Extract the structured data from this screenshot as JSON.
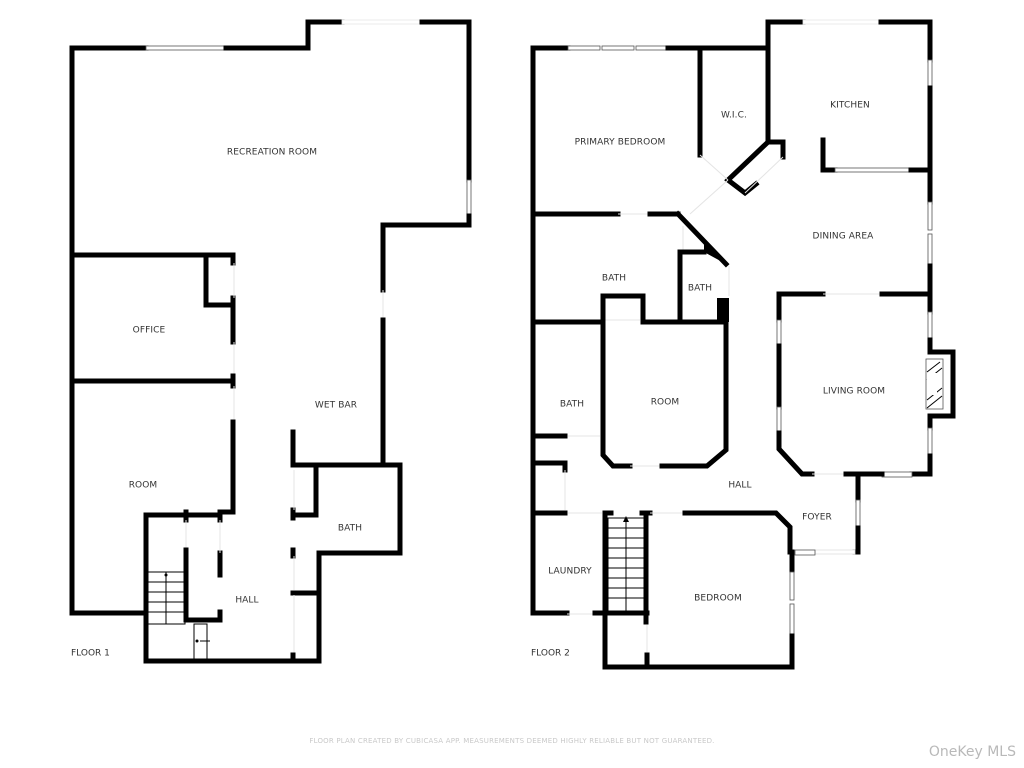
{
  "floor1": {
    "label": "FLOOR 1",
    "rooms": {
      "recreation_room": "RECREATION ROOM",
      "office": "OFFICE",
      "room": "ROOM",
      "wet_bar": "WET BAR",
      "bath": "BATH",
      "hall": "HALL"
    }
  },
  "floor2": {
    "label": "FLOOR 2",
    "rooms": {
      "primary_bedroom": "PRIMARY BEDROOM",
      "wic": "W.I.C.",
      "kitchen": "KITCHEN",
      "dining_area": "DINING AREA",
      "bath_upper": "BATH",
      "bath_small": "BATH",
      "bath_left": "BATH",
      "room": "ROOM",
      "living_room": "LIVING ROOM",
      "hall": "HALL",
      "foyer": "FOYER",
      "laundry": "LAUNDRY",
      "bedroom": "BEDROOM"
    }
  },
  "footer": {
    "disclaimer": "FLOOR PLAN CREATED BY CUBICASA APP. MEASUREMENTS DEEMED HIGHLY RELIABLE BUT NOT GUARANTEED.",
    "brand": "OneKey MLS"
  }
}
